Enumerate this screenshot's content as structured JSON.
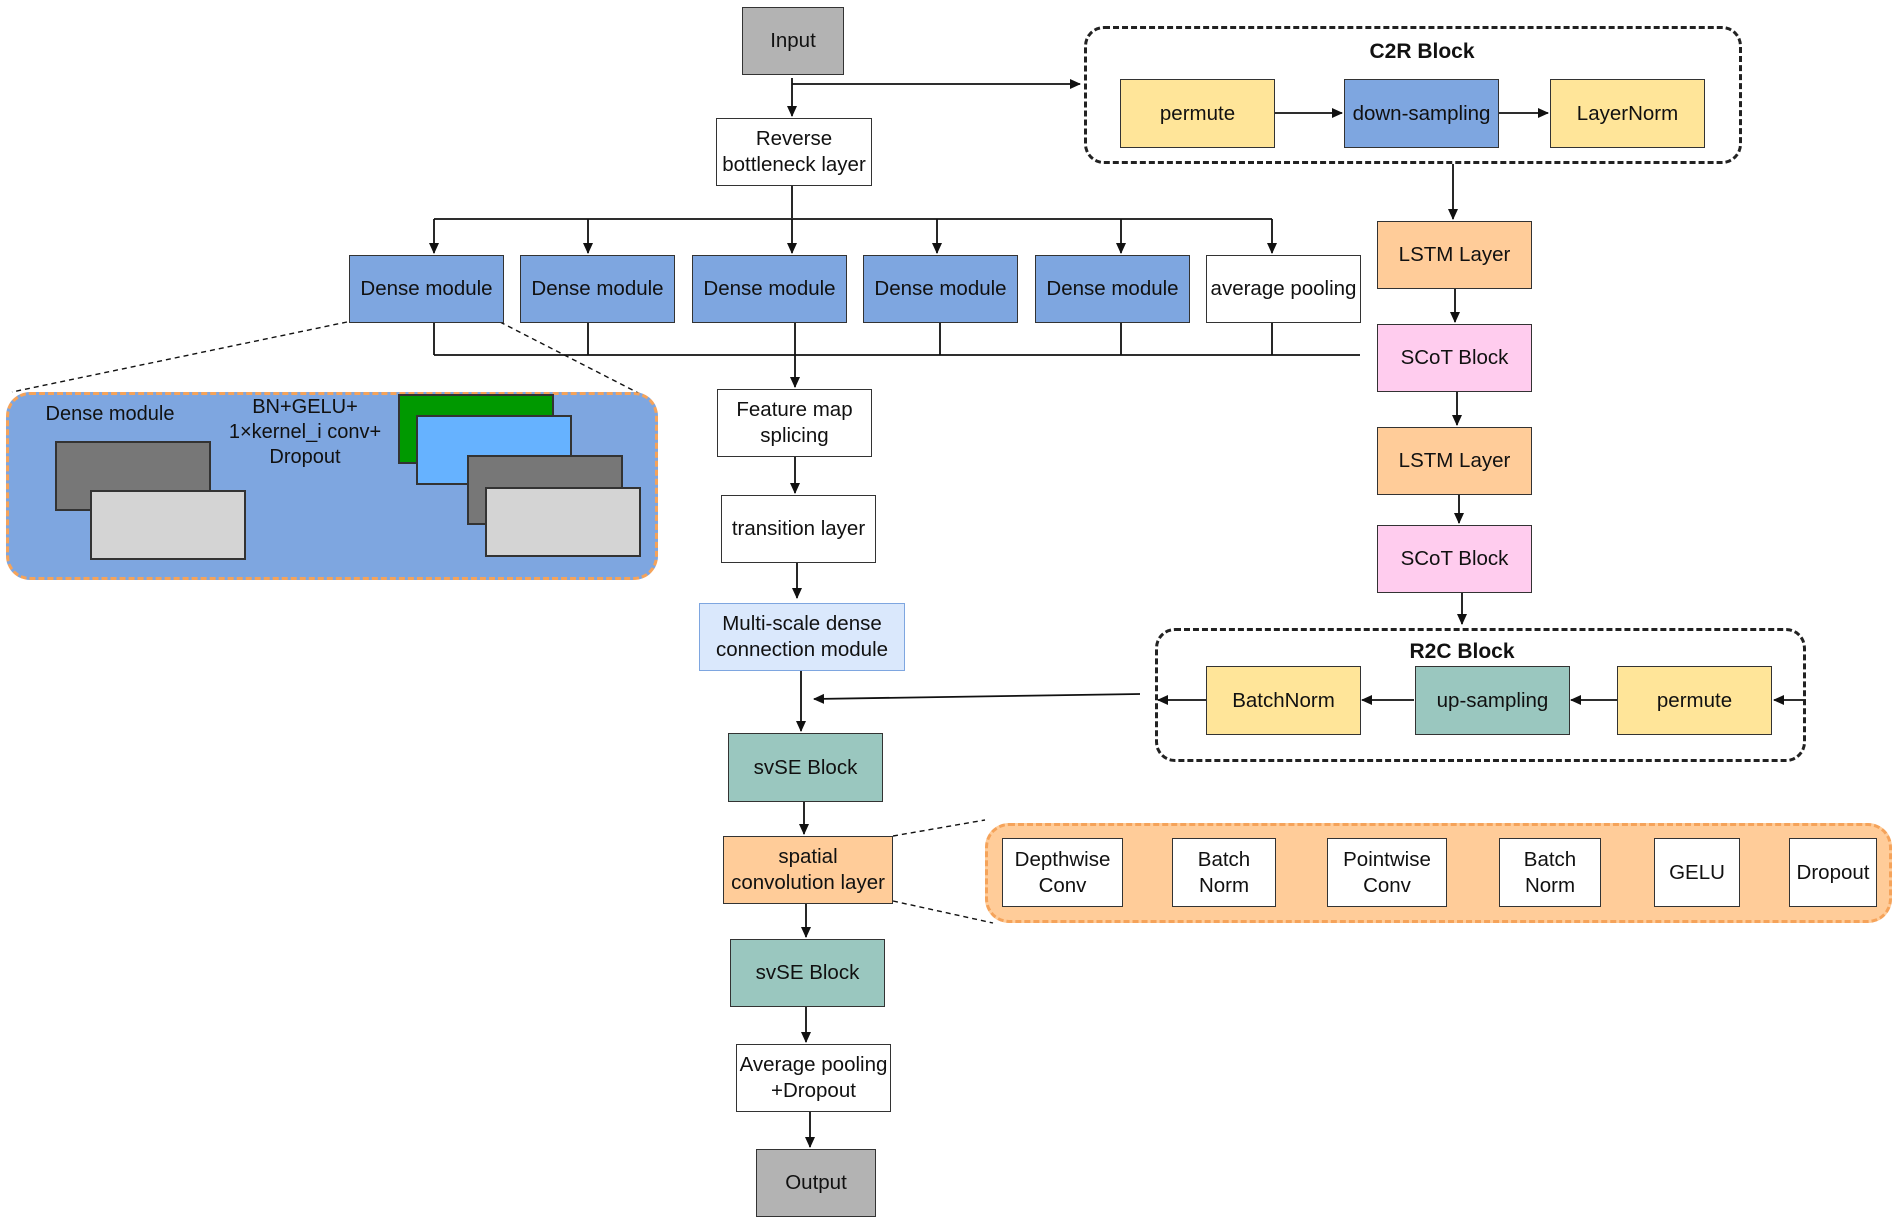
{
  "main": {
    "input": "Input",
    "reverse_bottleneck": "Reverse\nbottleneck layer",
    "dense_modules": [
      "Dense module",
      "Dense module",
      "Dense module",
      "Dense module",
      "Dense module"
    ],
    "average_pooling": "average pooling",
    "feature_map_splicing": "Feature map\nsplicing",
    "transition_layer": "transition layer",
    "multi_scale": "Multi-scale dense\nconnection module",
    "svse_1": "svSE Block",
    "spatial_conv": "spatial\nconvolution layer",
    "svse_2": "svSE Block",
    "avg_pool_dropout": "Average pooling\n+Dropout",
    "output": "Output"
  },
  "c2r_block": {
    "title": "C2R Block",
    "permute": "permute",
    "down_sampling": "down-sampling",
    "layernorm": "LayerNorm"
  },
  "right_column": {
    "lstm_1": "LSTM Layer",
    "scot_1": "SCoT Block",
    "lstm_2": "LSTM Layer",
    "scot_2": "SCoT Block"
  },
  "r2c_block": {
    "title": "R2C Block",
    "batchnorm": "BatchNorm",
    "up_sampling": "up-sampling",
    "permute": "permute"
  },
  "dense_detail": {
    "title": "Dense module",
    "ops_label": "BN+GELU+\n1×kernel_i conv+\nDropout"
  },
  "spatial_detail": {
    "depthwise": "Depthwise\nConv",
    "batchnorm_1": "Batch\nNorm",
    "pointwise": "Pointwise\nConv",
    "batchnorm_2": "Batch\nNorm",
    "gelu": "GELU",
    "dropout": "Dropout"
  },
  "colors": {
    "dense_blue": "#7ea6e0",
    "light_blue": "#dae8fc",
    "grey": "#b3b3b3",
    "yellow": "#ffe599",
    "orange": "#ffcc99",
    "pink": "#ffccee",
    "teal": "#9ac7bf",
    "orange_border": "#f5a35a",
    "detail_green": "#009900",
    "detail_sky": "#66b2ff"
  }
}
